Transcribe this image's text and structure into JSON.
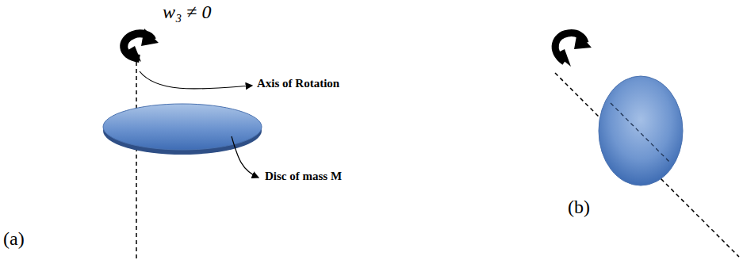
{
  "diagram": {
    "labels": [
      "w₃ ≠ 0",
      "Axis of Rotation",
      "Disc of mass M",
      "(a)",
      "(b)"
    ]
  }
}
